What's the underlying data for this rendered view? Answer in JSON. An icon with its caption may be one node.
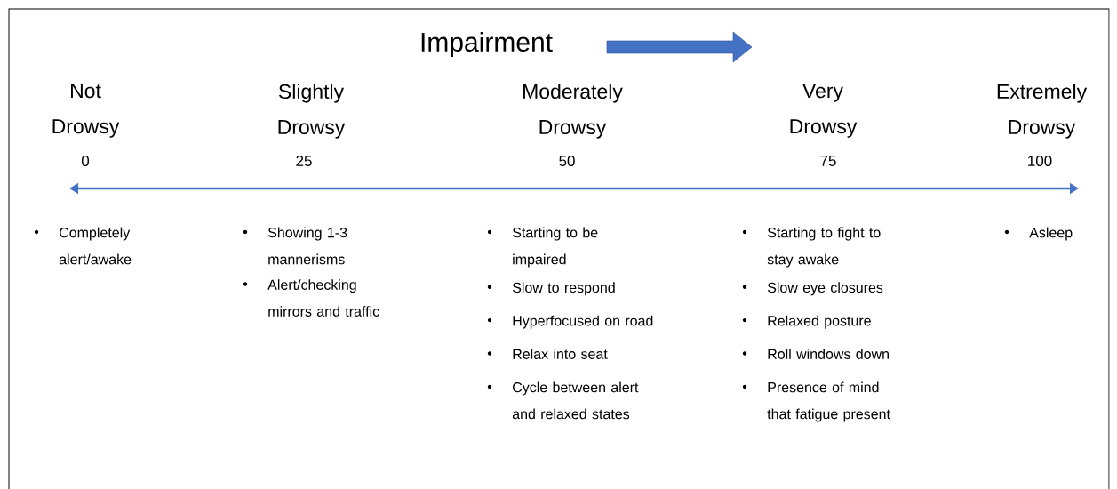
{
  "diagram": {
    "title": "Impairment",
    "labels": [
      "Not Drowsy",
      "Slightly Drowsy",
      "Moderately Drowsy",
      "Very Drowsy",
      "Extremely Drowsy",
      "0",
      "25",
      "50",
      "75",
      "100",
      "Completely alert/awake",
      "Showing 1-3 mannerisms",
      "Alert/checking mirrors and traffic",
      "Starting to be impaired",
      "Slow to respond",
      "Hyperfocused on road",
      "Relax into seat",
      "Cycle between alert and relaxed states",
      "Starting to fight to stay awake",
      "Slow eye closures",
      "Relaxed posture",
      "Roll windows down",
      "Presence of mind that fatigue present",
      "Asleep"
    ]
  }
}
